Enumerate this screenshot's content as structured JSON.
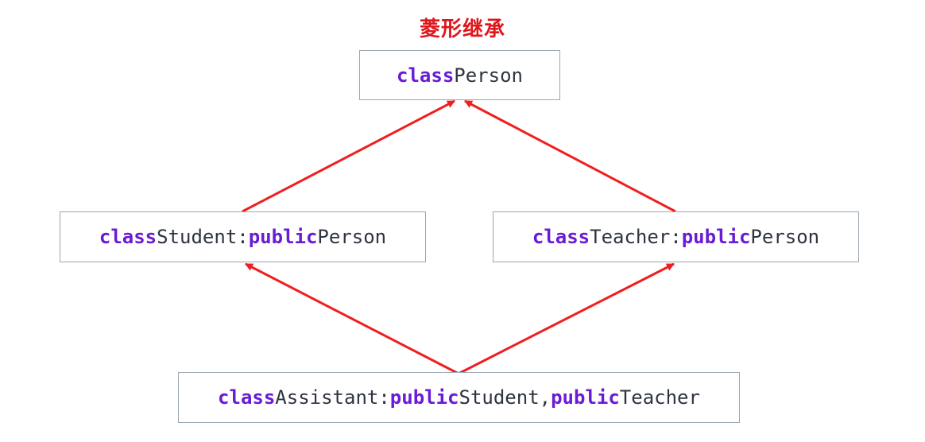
{
  "title": "菱形继承",
  "colors": {
    "title": "#e0161c",
    "keyword": "#6a1bd6",
    "text": "#2e3440",
    "arrow": "#f01e1e"
  },
  "boxes": {
    "person": {
      "kw_class": "class",
      "name": " Person"
    },
    "student": {
      "kw_class": "class",
      "name": " Student:",
      "kw_public": "public",
      "base": " Person"
    },
    "teacher": {
      "kw_class": "class",
      "name": " Teacher:",
      "kw_public": "public",
      "base": " Person"
    },
    "assistant": {
      "kw_class": "class",
      "name": " Assistant:",
      "kw_public1": "public",
      "base1": " Student,",
      "kw_public2": "public",
      "base2": " Teacher"
    }
  }
}
